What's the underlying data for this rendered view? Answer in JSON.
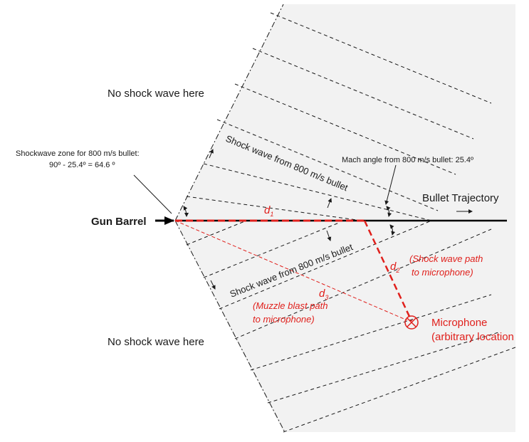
{
  "labels": {
    "no_shock_top": "No shock wave here",
    "no_shock_bottom": "No shock wave here",
    "zone_line1": "Shockwave zone for 800 m/s bullet:",
    "zone_line2": "90º - 25.4º = 64.6 º",
    "mach_angle": "Mach angle from 800 m/s bullet: 25.4º",
    "bullet_trajectory": "Bullet Trajectory",
    "gun_barrel": "Gun Barrel",
    "shock_upper": "Shock wave from 800 m/s bullet",
    "shock_lower": "Shock wave from 800 m/s bullet",
    "d1": "d",
    "d1_sub": "1",
    "d2": "d",
    "d2_sub": "2",
    "d3": "d",
    "d3_sub": "3",
    "d2_note_line1": "(Shock wave path",
    "d2_note_line2": "to microphone)",
    "d3_note_line1": "(Muzzle blast path",
    "d3_note_line2": "to microphone)",
    "microphone_line1": "Microphone",
    "microphone_line2": "(arbitrary location"
  },
  "colors": {
    "path_red": "#e0201c",
    "zone_fill": "#f2f2f2",
    "ink": "#1a1a1a"
  }
}
